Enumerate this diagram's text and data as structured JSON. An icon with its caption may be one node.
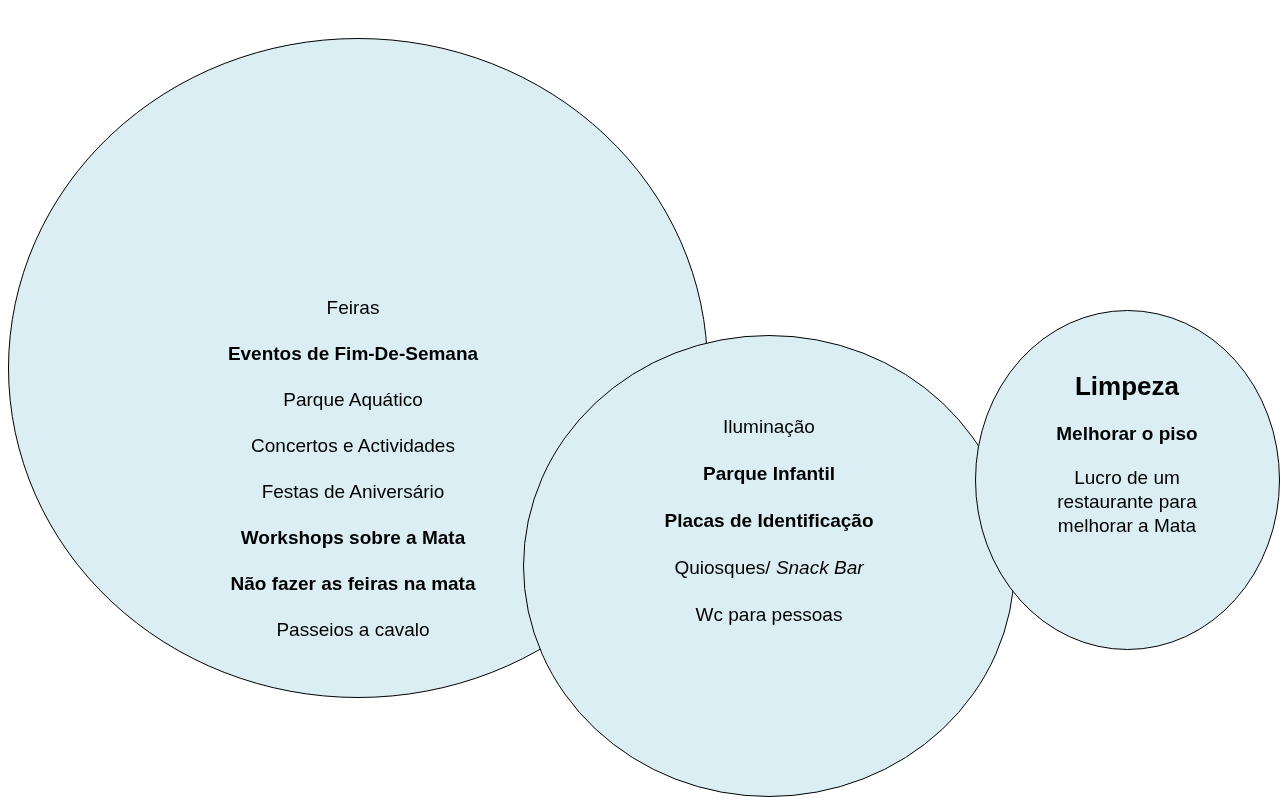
{
  "diagram": {
    "nodes": [
      {
        "text": [
          "Feiras",
          "Eventos de Fim-De-Semana",
          "Parque Aquático",
          "Concertos e Actividades",
          "Festas de Aniversário",
          "Workshops sobre a Mata",
          "Não fazer as feiras na mata",
          "Passeios a cavalo"
        ]
      },
      {
        "text": [
          "Iluminação",
          "Parque Infantil",
          "Placas de Identificação",
          "Quiosques/ *Snack Bar*",
          "Wc para pessoas"
        ]
      },
      {
        "text": [
          "Limpeza",
          "Melhorar o piso",
          "Lucro de um restaurante para melhorar a Mata"
        ]
      }
    ]
  }
}
